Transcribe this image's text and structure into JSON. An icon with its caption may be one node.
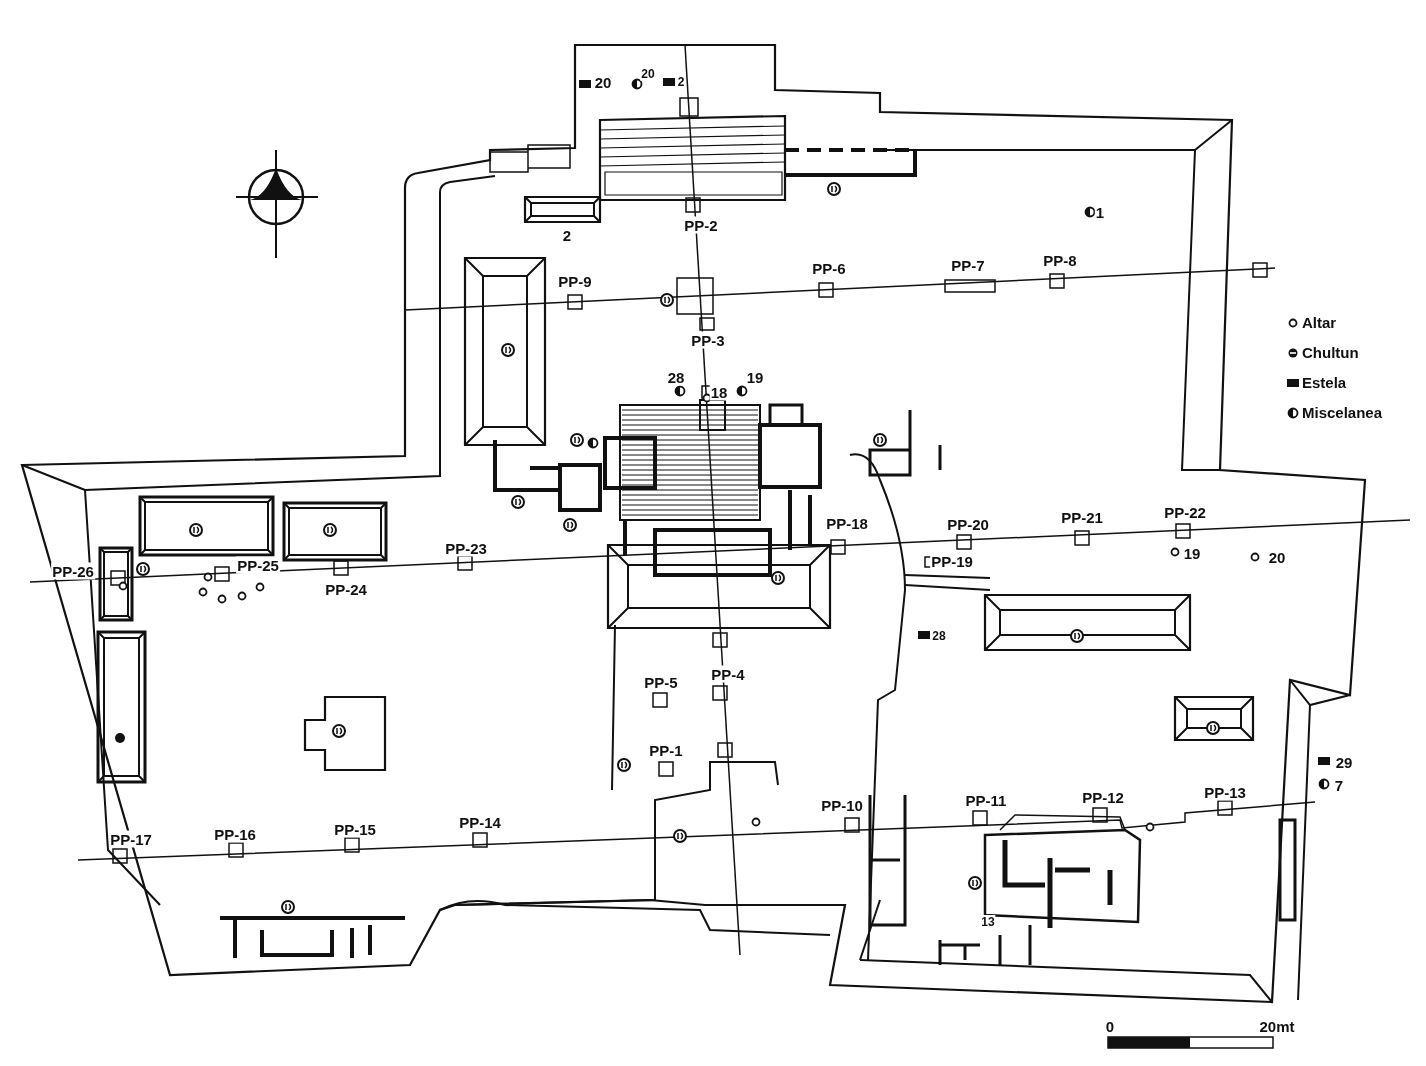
{
  "diagram": {
    "labels": [
      "20",
      "20",
      "2",
      "2",
      "PP-2",
      "1",
      "PP-9",
      "PP-6",
      "PP-7",
      "PP-8",
      "PP-3",
      "28",
      "19",
      "18",
      "PP-18",
      "PP-20",
      "PP-21",
      "PP-22",
      "19",
      "20",
      "PP-26",
      "PP-25",
      "PP-23",
      "PP-24",
      "PP-19",
      "28",
      "PP-5",
      "PP-4",
      "PP-1",
      "29",
      "7",
      "PP-10",
      "PP-11",
      "PP-12",
      "PP-13",
      "PP-17",
      "PP-16",
      "PP-15",
      "PP-14",
      "13",
      "0",
      "20mt"
    ],
    "legend": [
      {
        "text": "Altar"
      },
      {
        "text": "Chultun"
      },
      {
        "text": "Estela"
      },
      {
        "text": "Miscelanea"
      }
    ]
  }
}
